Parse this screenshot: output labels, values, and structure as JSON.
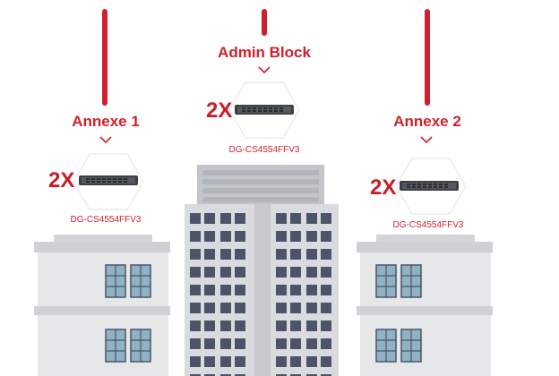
{
  "sites": [
    {
      "name": "Annexe 1",
      "count": "2X",
      "model": "DG-CS4554FFV3"
    },
    {
      "name": "Admin Block",
      "count": "2X",
      "model": "DG-CS4554FFV3"
    },
    {
      "name": "Annexe 2",
      "count": "2X",
      "model": "DG-CS4554FFV3"
    }
  ],
  "colors": {
    "accent": "#d0202e",
    "building_light": "#e4e5e7",
    "building_mid": "#cfd1d4",
    "building_dark": "#babdc2",
    "window": "#4e5468",
    "window_light": "#8fb3c4"
  }
}
